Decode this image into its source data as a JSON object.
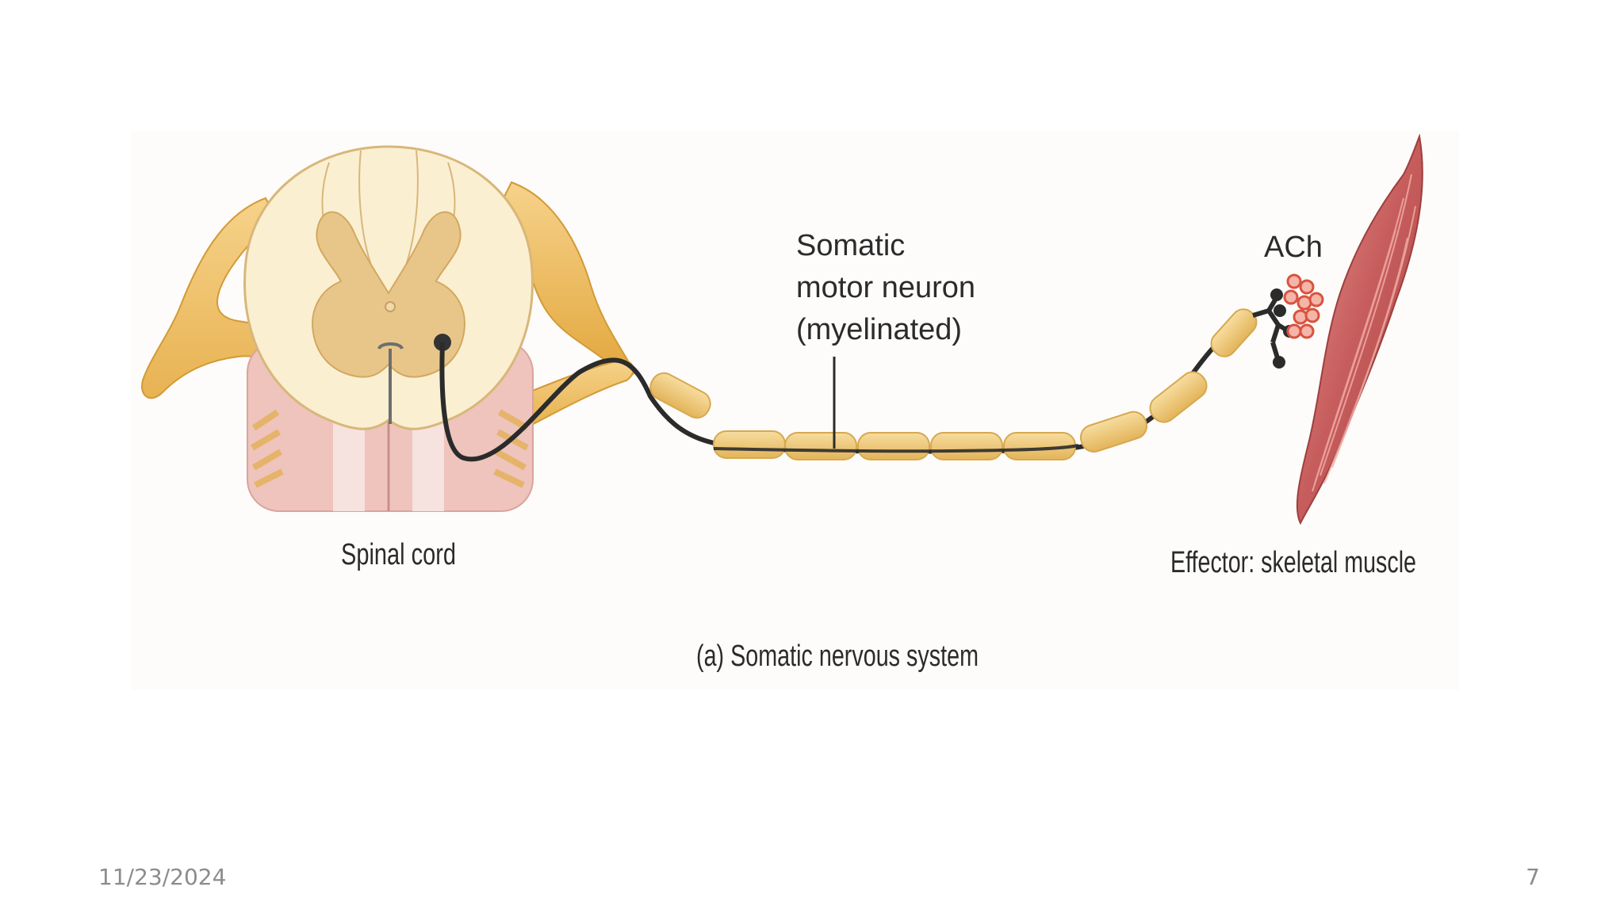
{
  "diagram": {
    "labels": {
      "spinal_cord": "Spinal cord",
      "neuron_line1": "Somatic",
      "neuron_line2": "motor neuron",
      "neuron_line3": "(myelinated)",
      "neurotransmitter": "ACh",
      "effector": "Effector: skeletal muscle",
      "caption": "(a) Somatic nervous system"
    },
    "colors": {
      "nerve": "#e9b44c",
      "cord_white_matter": "#fbefd2",
      "cord_gray_matter": "#e8c68a",
      "myelin": "#f0cf8a",
      "axon": "#2b2b2b",
      "muscle": "#c65c5c",
      "ach_vesicle": "#d9533f"
    }
  },
  "footer": {
    "date": "11/23/2024",
    "page_number": "7"
  }
}
